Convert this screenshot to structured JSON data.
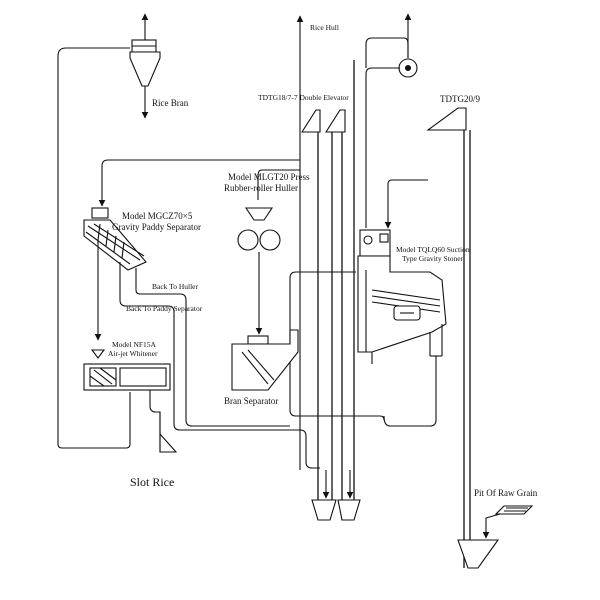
{
  "labels": {
    "rice_bran": "Rice Bran",
    "rice_hull": "Rice Hull",
    "double_elevator": "TDTG18/7-7 Double Elevator",
    "tdtg20": "TDTG20/9",
    "huller_line1": "Model MLGT20 Press",
    "huller_line2": "Rubber-roller Huller",
    "paddy_line1": "Model MGCZ70×5",
    "paddy_line2": "Gravity Paddy Separator",
    "stoner_line1": "Model TQLQ60 Suction",
    "stoner_line2": "Type Gravity Stoner",
    "back_to_huller": "Back To Huller",
    "back_to_paddy": "Back To Paddy Separator",
    "whitener_line1": "Model NF15A",
    "whitener_line2": "Air-jet Whitener",
    "bran_separator": "Bran Separator",
    "slot_rice": "Slot Rice",
    "pit_raw_grain": "Pit Of Raw Grain"
  }
}
